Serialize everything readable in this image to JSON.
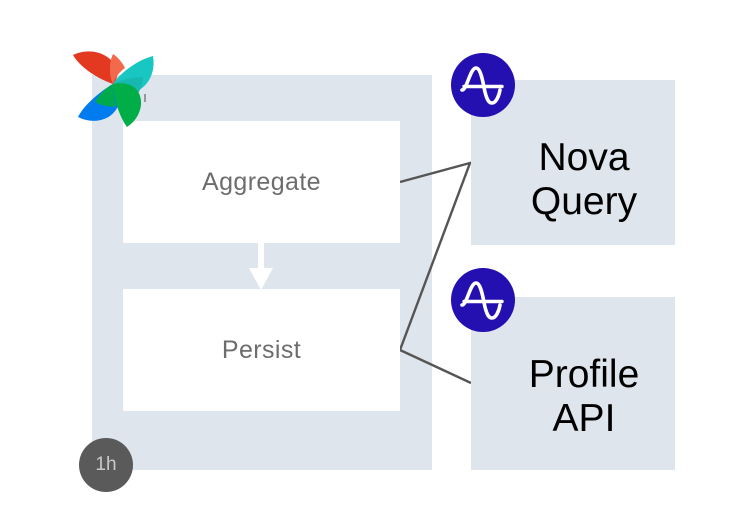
{
  "diagram": {
    "type": "dag-flow",
    "title": "Airflow DAG to Amplitude destinations",
    "background_color": "#ffffff",
    "panel_color": "#dfe5ed",
    "connector_color": "#555555"
  },
  "logo": {
    "name": "apache-airflow-pinwheel",
    "colors": {
      "red": "#e43921",
      "salmon": "#f2694c",
      "cyan": "#19c7c2",
      "teal": "#17b8b0",
      "blue": "#017cee",
      "green": "#00ad46",
      "green_dark": "#00a84e"
    }
  },
  "dag": {
    "schedule_badge": {
      "label": "1h",
      "background_color": "#5a5a5a",
      "text_color": "#c9c9c9"
    },
    "tasks": [
      {
        "id": "aggregate",
        "label": "Aggregate",
        "text_color": "#6d6d6d",
        "background_color": "#ffffff"
      },
      {
        "id": "persist",
        "label": "Persist",
        "text_color": "#6d6d6d",
        "background_color": "#ffffff"
      }
    ],
    "flow_arrow": {
      "name": "aggregate-to-persist-arrow",
      "direction": "down",
      "color": "#ffffff"
    }
  },
  "destinations": [
    {
      "id": "nova-query",
      "line1": "Nova",
      "line2": "Query",
      "icon": "amplitude-icon",
      "icon_color": "#2410b0",
      "icon_glyph_color": "#ffffff",
      "background_color": "#dfe5ed",
      "text_color": "#000000"
    },
    {
      "id": "profile-api",
      "line1": "Profile",
      "line2": "API",
      "icon": "amplitude-icon",
      "icon_color": "#2410b0",
      "icon_glyph_color": "#ffffff",
      "background_color": "#dfe5ed",
      "text_color": "#000000"
    }
  ],
  "connectors": [
    {
      "id": "aggregate-to-nova",
      "from": "aggregate",
      "to": "nova-query"
    },
    {
      "id": "nova-to-persist",
      "from": "nova-query",
      "to": "persist"
    },
    {
      "id": "persist-to-profile",
      "from": "persist",
      "to": "profile-api"
    }
  ]
}
